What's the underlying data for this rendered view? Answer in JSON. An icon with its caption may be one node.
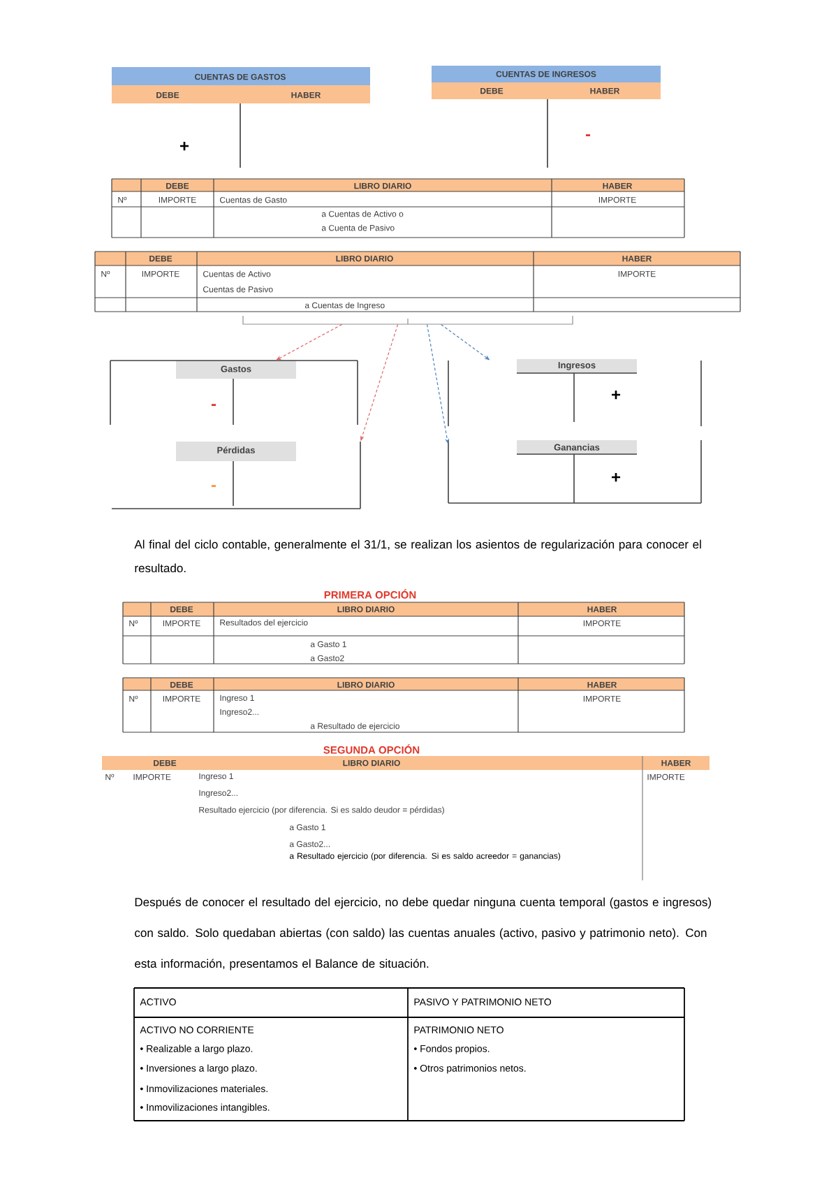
{
  "diagram": {
    "nodes": [
      {
        "text": [
          "CUENTAS DE GASTOS",
          "DEBE",
          "HABER",
          "+"
        ]
      },
      {
        "text": [
          "CUENTAS DE INGRESOS",
          "DEBE",
          "HABER",
          "-"
        ]
      },
      {
        "text": [
          "DEBE",
          "LIBRO DIARIO",
          "HABER",
          "Nº",
          "IMPORTE",
          "Cuentas de Gasto",
          "IMPORTE",
          "a  Cuentas de Activo o",
          "a Cuenta de Pasivo"
        ]
      },
      {
        "text": [
          "DEBE",
          "LIBRO DIARIO",
          "HABER",
          "Nº",
          "IMPORTE",
          "Cuentas de Activo",
          "IMPORTE",
          "Cuentas de Pasivo",
          "a Cuentas de Ingreso"
        ]
      },
      {
        "text": [],
        "shape": "bracket"
      },
      {
        "text": [
          "Gastos",
          "-"
        ]
      },
      {
        "text": [
          "Pérdidas",
          "-"
        ]
      },
      {
        "text": [
          "Ingresos",
          "+"
        ]
      },
      {
        "text": [
          "Ganancias",
          "+"
        ]
      },
      {
        "text": [
          "DEBE",
          "LIBRO DIARIO",
          "HABER",
          "Nº",
          "IMPORTE",
          "Resultados del ejercicio",
          "IMPORTE",
          "a Gasto 1",
          "a Gasto2"
        ]
      },
      {
        "text": [
          "DEBE",
          "LIBRO DIARIO",
          "HABER",
          "Nº",
          "IMPORTE",
          "Ingreso 1",
          "IMPORTE",
          "Ingreso2...",
          "a Resultado de  ejercicio"
        ]
      },
      {
        "text": [
          "DEBE",
          "LIBRO DIARIO",
          "HABER",
          "Nº",
          "IMPORTE",
          "Ingreso 1",
          "IMPORTE",
          "Ingreso2...",
          "Resultado ejercicio (por diferencia. Si es saldo deudor = pérdidas)",
          "a Gasto 1",
          "a Gasto2...",
          "a Resultado ejercicio (por diferencia. Si es saldo acreedor = ganancias)"
        ]
      },
      {
        "text": [
          "ACTIVO",
          "PASIVO Y PATRIMONIO NETO",
          "ACTIVO NO CORRIENTE",
          "• Realizable a largo plazo.",
          "• Inversiones a largo plazo.",
          "• Inmovilizaciones materiales.",
          "• Inmovilizaciones intangibles.",
          "PATRIMONIO NETO",
          "• Fondos propios.",
          "• Otros patrimonios netos."
        ]
      }
    ],
    "edges": [
      {
        "from": 4,
        "to": 5,
        "arrow": "to",
        "style": "dashed",
        "color": "#e06666"
      },
      {
        "from": 4,
        "to": 6,
        "arrow": "to",
        "style": "dashed",
        "color": "#e06666"
      },
      {
        "from": 4,
        "to": 8,
        "arrow": "to",
        "style": "dashed",
        "color": "#4f81bd"
      },
      {
        "from": 4,
        "to": 7,
        "arrow": "to",
        "style": "dashed",
        "color": "#4f81bd"
      }
    ],
    "labels": [
      "Al final del ciclo contable, generalmente el 31/1, se realizan los asientos de regularización para conocer el resultado.",
      "PRIMERA OPCIÓN",
      "SEGUNDA OPCIÓN",
      "Después de conocer el resultado del ejercicio, no debe quedar ninguna cuenta temporal (gastos e ingresos) con saldo. Solo quedaban abiertas (con saldo) las cuentas anuales (activo, pasivo y patrimonio neto). Con esta información, presentamos el Balance de situación."
    ]
  }
}
